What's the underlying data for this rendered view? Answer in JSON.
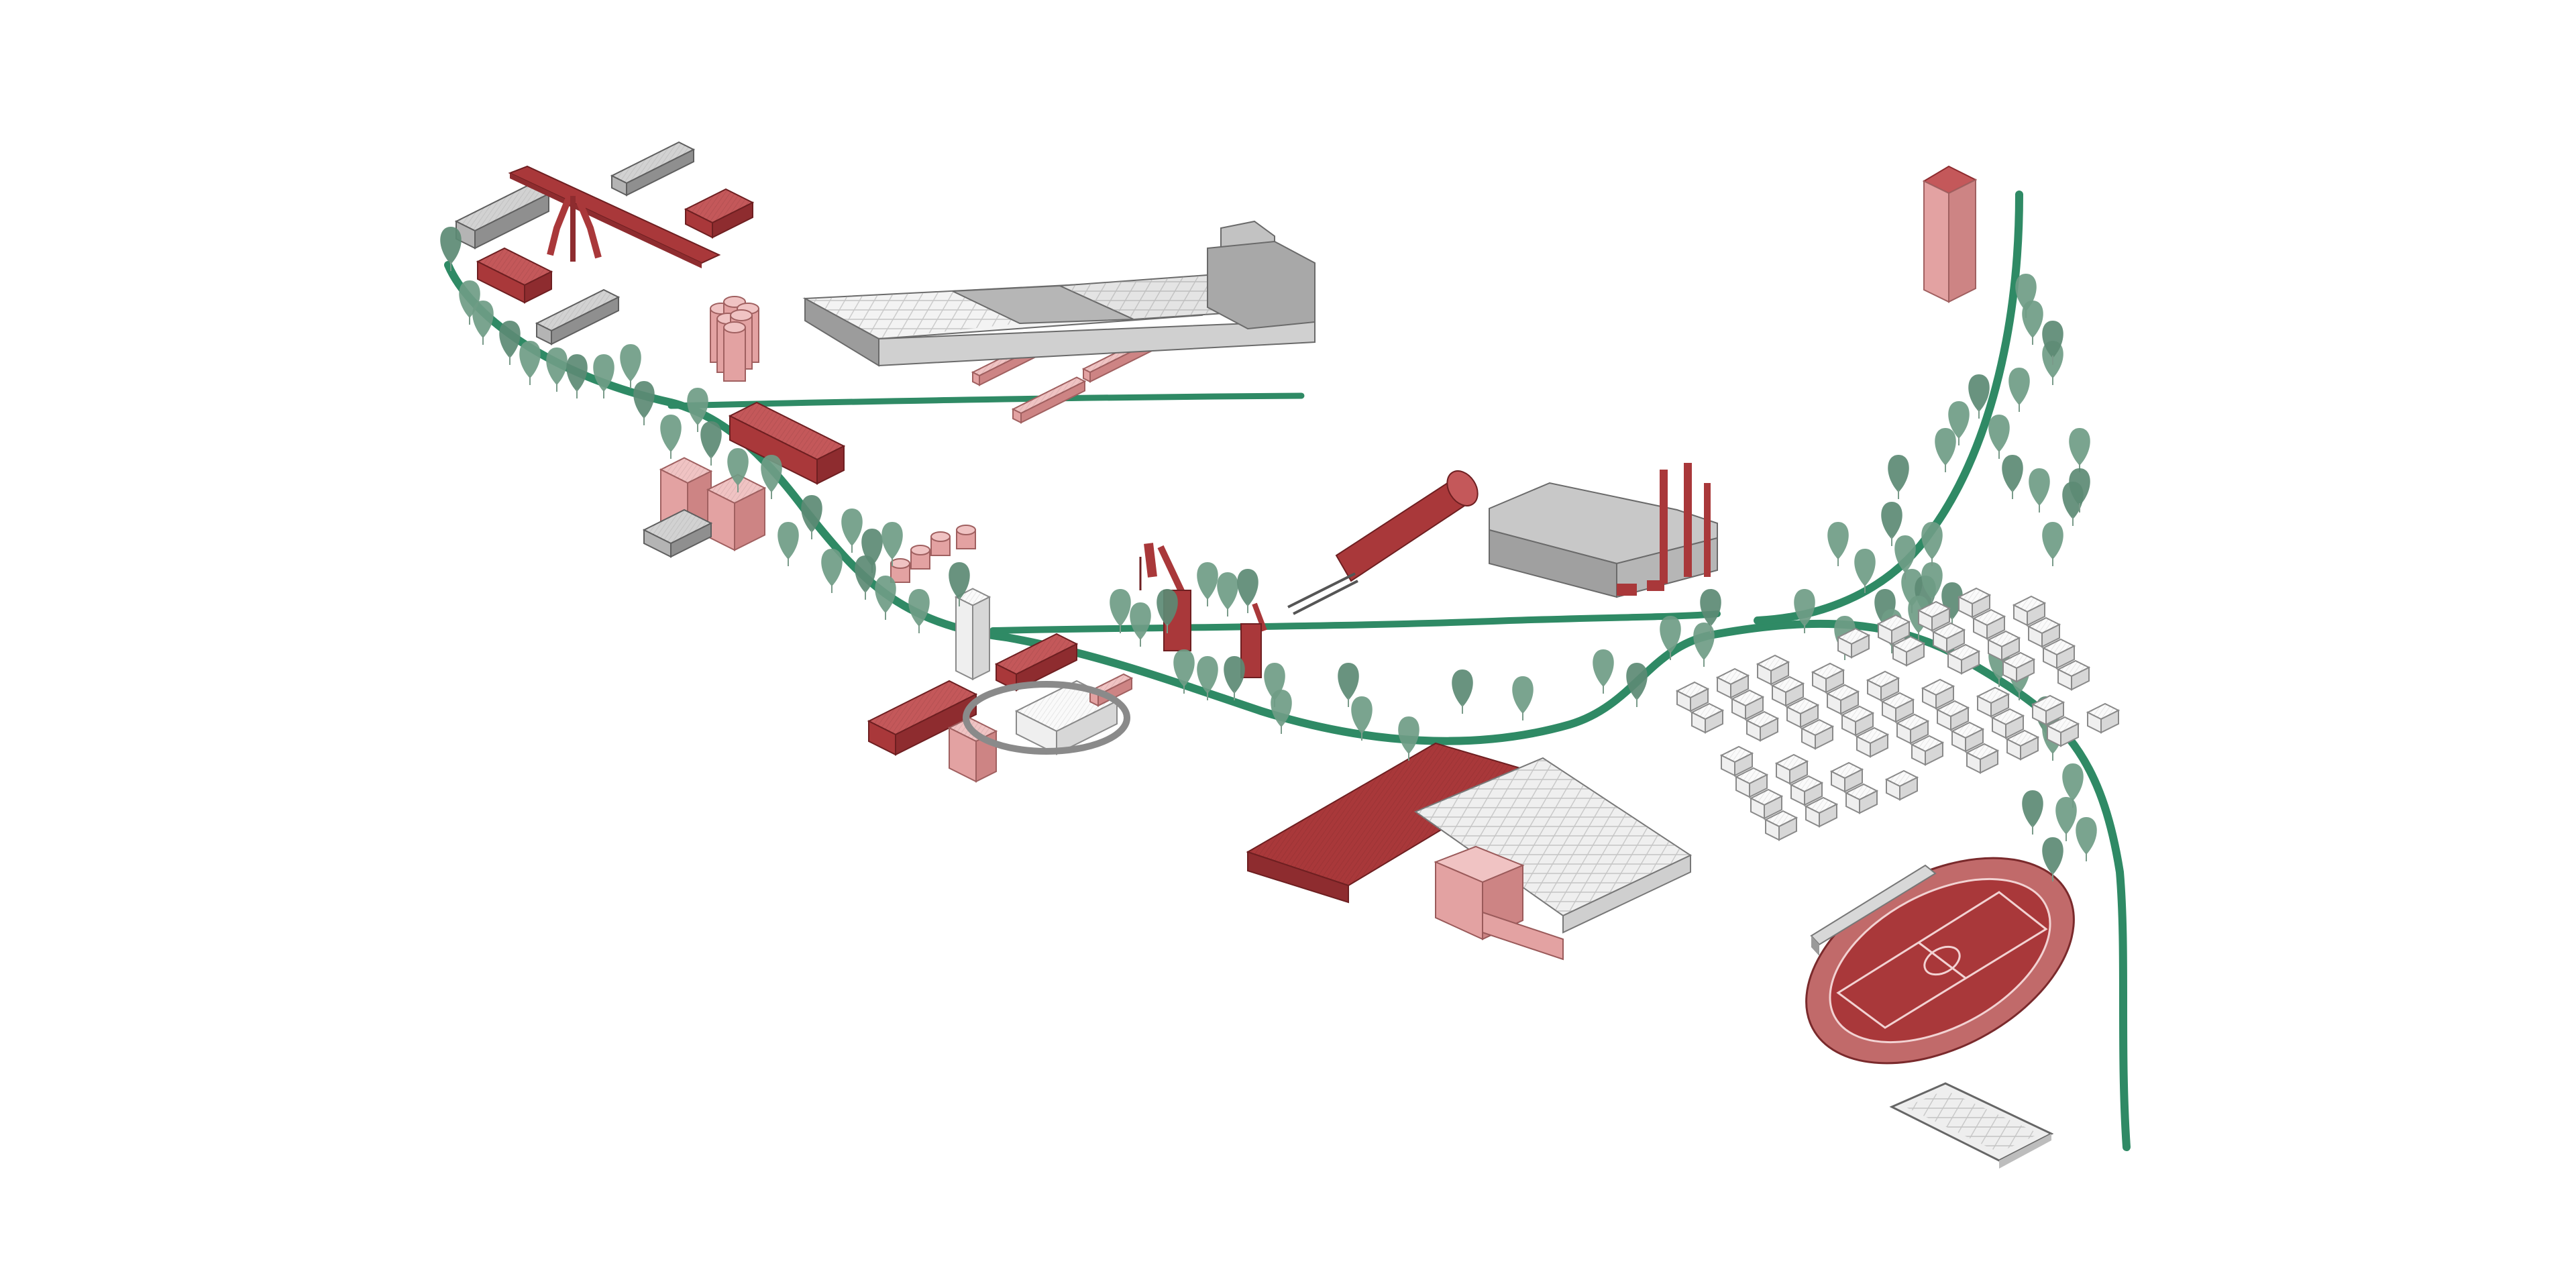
{
  "map": {
    "type": "isometric-axonometric-map",
    "labels": []
  },
  "colors": {
    "background": "#ffffff",
    "route": "#2f8a65",
    "tree": "#6f9c86",
    "tree_dark": "#5c8a74",
    "brick": "#a9383a",
    "brick_side": "#8e2c2f",
    "brick_top": "#c4585a",
    "pink": "#e3a2a2",
    "pink_side": "#cd8484",
    "pink_top": "#f0c3c3",
    "grey": "#b4b4b4",
    "grey_side": "#8f8f8f",
    "grey_top": "#d2d2d2",
    "white": "#efefef",
    "white_side": "#d7d7d7",
    "white_top": "#fafafa",
    "outline": "#5a5a5a"
  },
  "features": [
    "railway-route",
    "trees",
    "shipyard-gantry-crane",
    "harbour-warehouse",
    "grain-silos",
    "port-cranes",
    "industrial-chimneys",
    "factory-halls",
    "residential-houses",
    "sports-stadium",
    "water-tower",
    "greenhouse"
  ]
}
